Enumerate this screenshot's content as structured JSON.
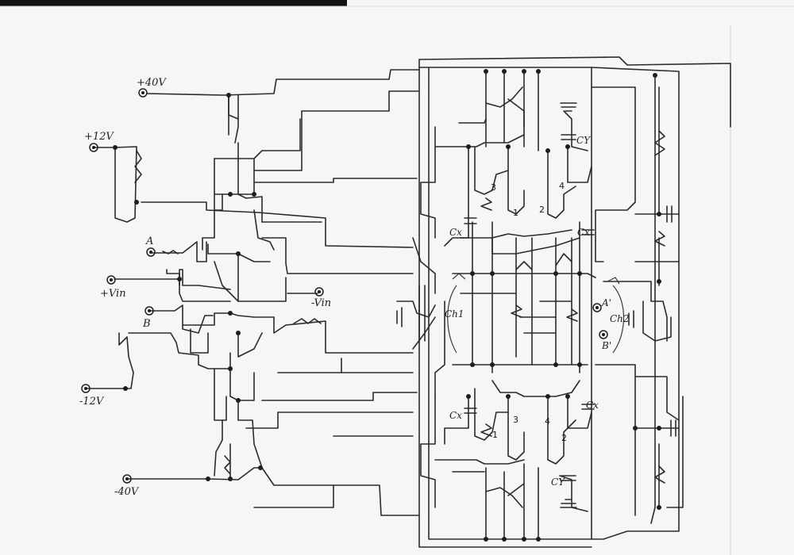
{
  "terminals": {
    "p40": "+40V",
    "p12": "+12V",
    "a": "A",
    "pvin": "+Vin",
    "b": "B",
    "m12": "-12V",
    "m40": "-40V",
    "mvin": "-Vin",
    "ap": "A'",
    "bp": "B'"
  },
  "components": {
    "cx": "Cx",
    "cy": "CY",
    "ch1": "Ch1",
    "ch2": "Ch2",
    "n1": "1",
    "n2": "2",
    "n3": "3",
    "n4": "4"
  }
}
